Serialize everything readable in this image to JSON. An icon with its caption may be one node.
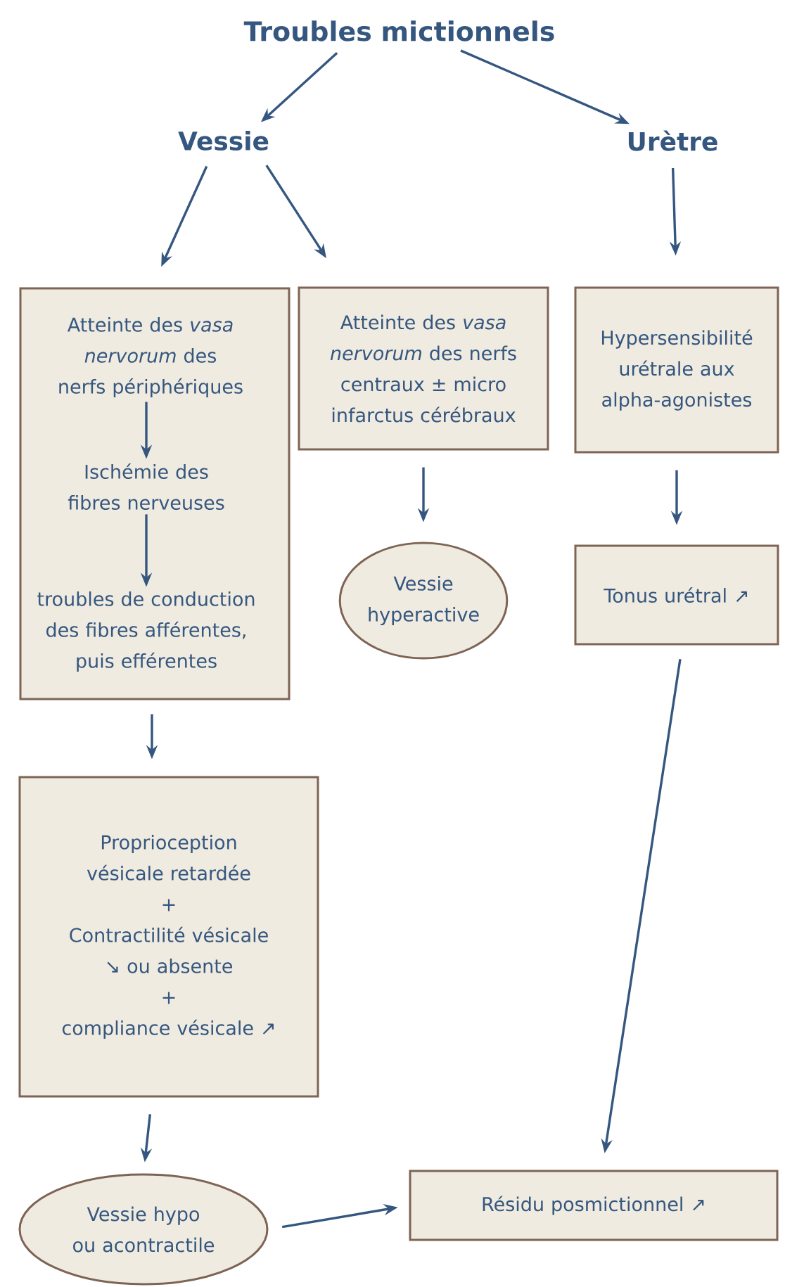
{
  "diagram": {
    "nodes": [
      {
        "text": [
          "Troubles mictionnels"
        ]
      },
      {
        "text": [
          "Vessie"
        ]
      },
      {
        "text": [
          "Urètre"
        ]
      },
      {
        "text": [],
        "shape": "box"
      },
      {
        "text": [
          "Atteinte des *vasa nervorum* des nerfs périphériques"
        ],
        "in": 3
      },
      {
        "text": [
          "Ischémie des fibres nerveuses"
        ],
        "in": 3
      },
      {
        "text": [
          "troubles de conduction des fibres afférentes, puis efférentes"
        ],
        "in": 3
      },
      {
        "text": [
          "Atteinte des *vasa nervorum* des nerfs centraux ± micro infarctus cérébraux"
        ]
      },
      {
        "text": [
          "Hypersensibilité urétrale aux alpha-agonistes"
        ]
      },
      {
        "text": [
          "Vessie hyperactive"
        ]
      },
      {
        "text": [
          "Tonus urétral ↗"
        ]
      },
      {
        "text": [
          "Proprioception vésicale retardée",
          "+",
          "Contractilité vésicale ↘ ou absente",
          "+",
          "compliance vésicale ↗"
        ]
      },
      {
        "text": [
          "Vessie hypo ou acontractile"
        ]
      },
      {
        "text": [
          "Résidu posmictionnel ↗"
        ]
      }
    ],
    "edges": [
      {
        "from": 0,
        "to": 1,
        "arrow": "to"
      },
      {
        "from": 0,
        "to": 2,
        "arrow": "to"
      },
      {
        "from": 1,
        "to": 3,
        "arrow": "to"
      },
      {
        "from": 1,
        "to": 7,
        "arrow": "to"
      },
      {
        "from": 2,
        "to": 8,
        "arrow": "to"
      },
      {
        "from": 4,
        "to": 5,
        "arrow": "to"
      },
      {
        "from": 5,
        "to": 6,
        "arrow": "to"
      },
      {
        "from": 3,
        "to": 11,
        "arrow": "to"
      },
      {
        "from": 7,
        "to": 9,
        "arrow": "to"
      },
      {
        "from": 8,
        "to": 10,
        "arrow": "to"
      },
      {
        "from": 11,
        "to": 12,
        "arrow": "to"
      },
      {
        "from": 10,
        "to": 13,
        "arrow": "to"
      },
      {
        "from": 12,
        "to": 13,
        "arrow": "to"
      }
    ]
  }
}
